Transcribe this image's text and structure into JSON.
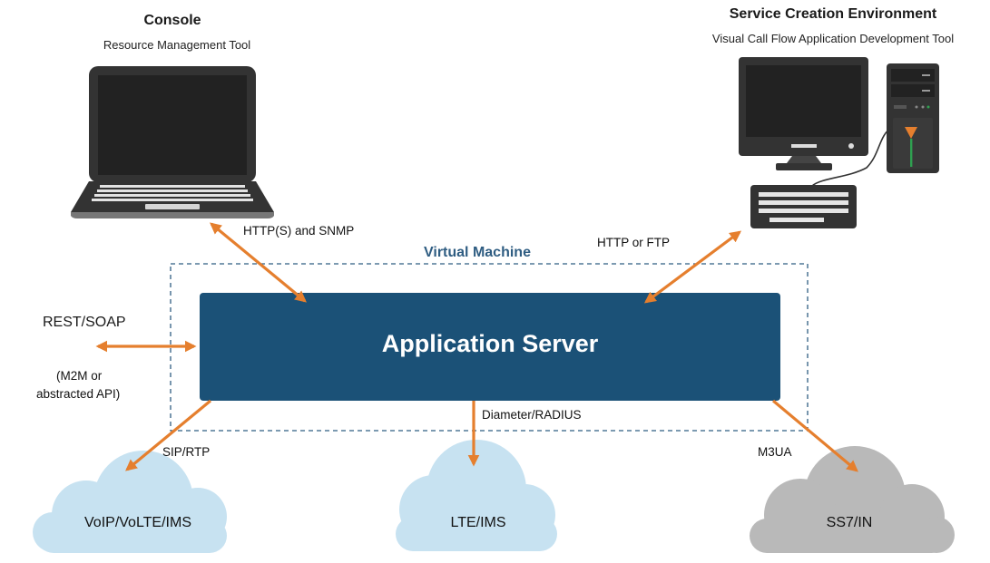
{
  "console": {
    "title": "Console",
    "subtitle": "Resource Management Tool"
  },
  "sce": {
    "title": "Service Creation Environment",
    "subtitle": "Visual Call Flow Application Development Tool"
  },
  "virtual_machine": {
    "label": "Virtual Machine"
  },
  "app_server": {
    "label": "Application Server"
  },
  "connections": {
    "console_link": "HTTP(S) and SNMP",
    "sce_link": "HTTP or FTP",
    "rest": "REST/SOAP",
    "rest_note_1": "(M2M or",
    "rest_note_2": "abstracted API)",
    "sip": "SIP/RTP",
    "diameter": "Diameter/RADIUS",
    "m3ua": "M3UA"
  },
  "networks": {
    "voip": "VoIP/VoLTE/IMS",
    "lte": "LTE/IMS",
    "ss7": "SS7/IN"
  },
  "colors": {
    "server": "#1b5177",
    "arrow": "#e57f2e",
    "vm_border": "#2f5d82",
    "cloud_blue": "#c7e2f1",
    "cloud_gray": "#b9b9b9",
    "device_dark": "#333333"
  }
}
